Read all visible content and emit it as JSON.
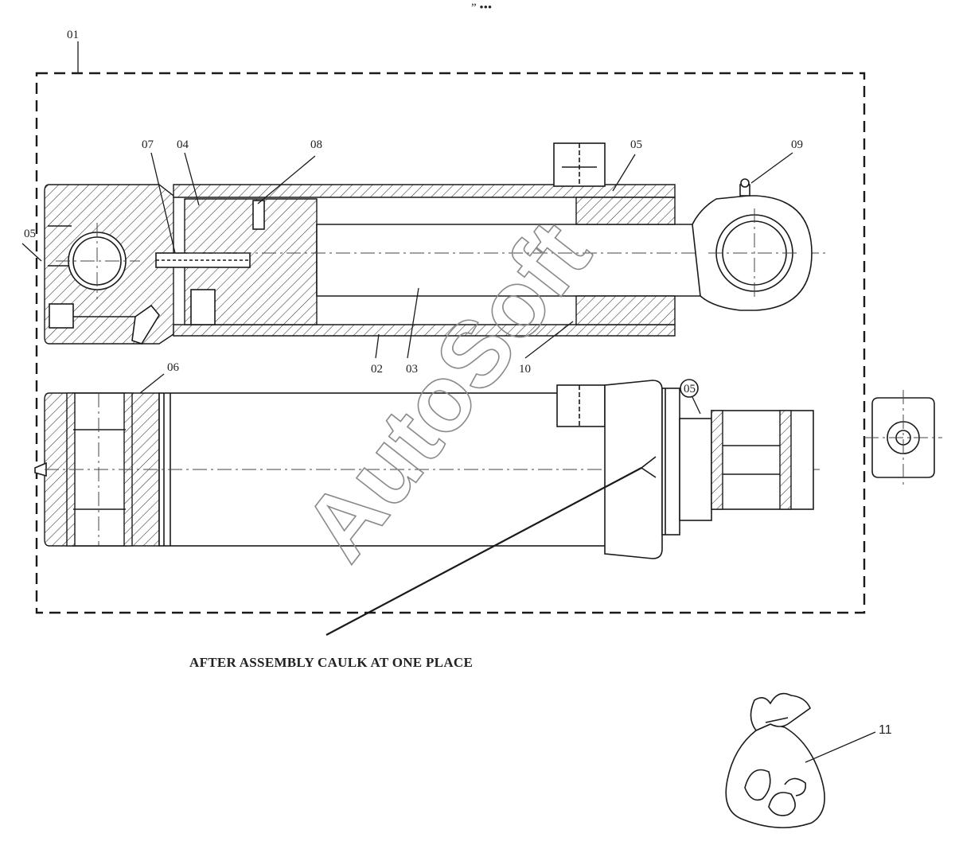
{
  "top_mark": "” •••",
  "callouts": {
    "c01": "01",
    "c02": "02",
    "c03": "03",
    "c04": "04",
    "c05_top": "05",
    "c05_left": "05",
    "c05_circle": "05",
    "c06": "06",
    "c07": "07",
    "c08": "08",
    "c09": "09",
    "c10": "10",
    "c11": "11"
  },
  "caption": "AFTER ASSEMBLY CAULK AT ONE PLACE",
  "watermark": "AutoSoft"
}
